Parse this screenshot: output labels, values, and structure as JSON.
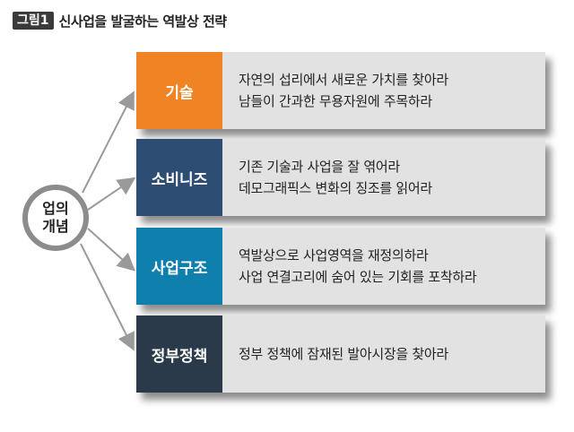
{
  "figure": {
    "badge": "그림1",
    "title": "신사업을 발굴하는 역발상 전략"
  },
  "hub": {
    "line1": "업의",
    "line2": "개념"
  },
  "rows": [
    {
      "label": "기술",
      "color": "#f08424",
      "lines": [
        "자연의 섭리에서 새로운 가치를 찾아라",
        "남들이 간과한 무용자원에 주목하라"
      ]
    },
    {
      "label": "소비니즈",
      "color": "#2d4e72",
      "lines": [
        "기존 기술과 사업을 잘 엮어라",
        "데모그래픽스 변화의 징조를 읽어라"
      ]
    },
    {
      "label": "사업구조",
      "color": "#0f7fad",
      "lines": [
        "역발상으로 사업영역을 재정의하라",
        "사업 연결고리에 숨어 있는 기회를 포착하라"
      ]
    },
    {
      "label": "정부정책",
      "color": "#2a3a4a",
      "lines": [
        "정부 정책에 잠재된 발아시장을 찾아라"
      ]
    }
  ]
}
